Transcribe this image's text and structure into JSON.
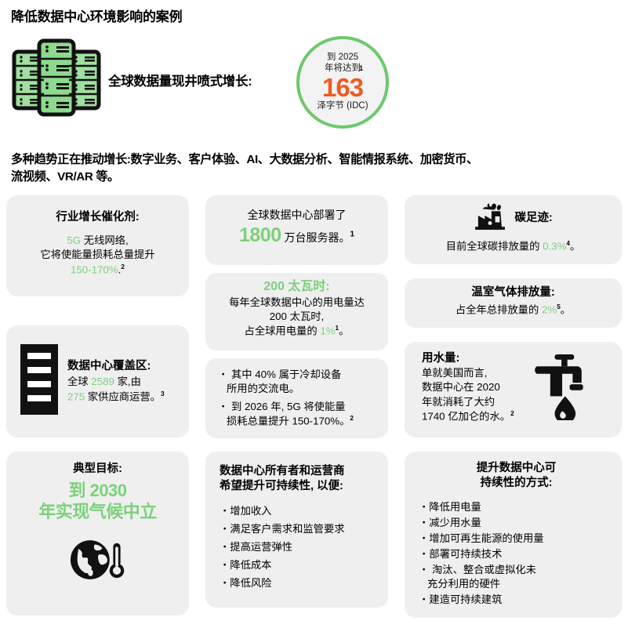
{
  "header": {
    "title": "降低数据中心环境影响的案例",
    "hero_caption": "全球数据量现井喷式增长:",
    "rack_icon": "server-rack-cluster-icon"
  },
  "stat_badge": {
    "top_line1": "到 2025",
    "top_line2": "年将达到",
    "value": "163",
    "unit": "泽字节 (IDC)",
    "footnote": "1",
    "ring_color": "#6DC96D",
    "value_color": "#F15A22"
  },
  "intro": {
    "line1": "多种趋势正在推动增长:数字业务、客户体验、AI、大数据分析、智能情报系统、加密货币、",
    "line2": "流视频、VR/AR 等。"
  },
  "accent_color": "#7BD17B",
  "card_bg": "#EFEFEF",
  "cards": {
    "catalyst": {
      "title": "行业增长催化剂:",
      "line1_green": "5G",
      "line1_rest": " 无线网络,",
      "line2": "它将使能量损耗总量提升",
      "line3_green": "150-170%",
      "line3_rest": ".",
      "footnote": "2"
    },
    "servers": {
      "line1": "全球数据中心部署了",
      "value": "1800",
      "unit": " 万台服务器。",
      "footnote": "1"
    },
    "carbon": {
      "icon": "factory-icon",
      "title": "碳足迹:",
      "body_prefix": "目前全球碳排放量的 ",
      "value": "0.3%",
      "body_suffix": "。",
      "footnote": "4"
    },
    "power": {
      "title": "200 太瓦时:",
      "line1": "每年全球数据中心的用电量达",
      "line2": "200 太瓦时,",
      "line3_prefix": "占全球用电量的 ",
      "line3_value": "1%",
      "line3_suffix": "。",
      "footnote": "1"
    },
    "ghg": {
      "title": "温室气体排放量:",
      "body_prefix": "占全年总排放量的 ",
      "value": "2%",
      "body_suffix": "。",
      "footnote": "5"
    },
    "footprint": {
      "icon": "server-rack-icon",
      "title": "数据中心覆盖区:",
      "line1_prefix": "全球 ",
      "line1_value": "2589",
      "line1_suffix": " 家,由",
      "line2_value": "275",
      "line2_suffix": " 家供应商运营。",
      "footnote": "3"
    },
    "power_detail": {
      "bullets": [
        "其中 40% 属于冷却设备\n所用的交流电。",
        "到 2026 年, 5G 将使能量\n损耗总量提升 150-170%。"
      ],
      "bullet1_line1": "其中 40% 属于冷却设备",
      "bullet1_line2": "所用的交流电。",
      "bullet2_line1": "到 2026 年, 5G 将使能量",
      "bullet2_line2": "损耗总量提升 150-170%。",
      "footnote": "2"
    },
    "water": {
      "icon": "faucet-drip-icon",
      "title": "用水量:",
      "line1": "单就美国而言,",
      "line2": "数据中心在 2020",
      "line3": "年就消耗了大约",
      "line4": "1740 亿加仑的水。",
      "footnote": "2"
    },
    "goal": {
      "title": "典型目标:",
      "big_line1": "到 2030",
      "big_line2": "年实现气候中立",
      "icon": "globe-thermometer-icon"
    },
    "owners": {
      "title_line1": "数据中心所有者和运营商",
      "title_line2": "希望提升可持续性, 以便:",
      "bullets": [
        "增加收入",
        "满足客户需求和监管要求",
        "提高运营弹性",
        "降低成本",
        "降低风险"
      ]
    },
    "ways": {
      "title_line1": "提升数据中心可",
      "title_line2": "持续性的方式:",
      "bullets": [
        "降低用电量",
        "减少用水量",
        "增加可再生能源的使用量",
        "部署可持续技术",
        "淘汰、整合或虚拟化未",
        "充分利用的硬件",
        "建造可持续建筑"
      ],
      "bullet5_cont": "充分利用的硬件"
    }
  }
}
